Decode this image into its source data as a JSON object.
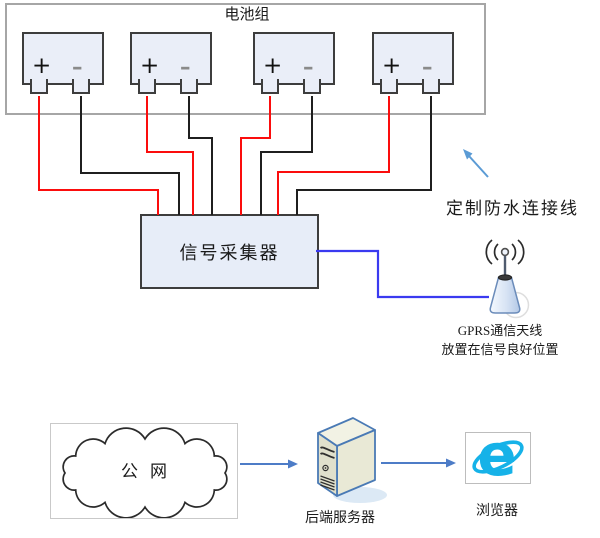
{
  "colors": {
    "wire_positive": "#fb0d0d",
    "wire_negative": "#1f1f1f",
    "wire_comm": "#3a3af0",
    "arrow_blue": "#4d7cc7",
    "arrow_light": "#5b9bd5",
    "battery_fill": "#eaeef8",
    "component_border": "#3d3d3d",
    "group_border": "#a6a6a6",
    "collector_fill": "#e7edf8",
    "ie_blue": "#16b2e8",
    "server_outline": "#4a7ab5"
  },
  "battery_group": {
    "label": "电池组",
    "batteries": [
      {
        "plus": "+",
        "minus": "–"
      },
      {
        "plus": "+",
        "minus": "–"
      },
      {
        "plus": "+",
        "minus": "–"
      },
      {
        "plus": "+",
        "minus": "–"
      }
    ]
  },
  "collector": {
    "label": "信号采集器"
  },
  "cable_note": {
    "label": "定制防水连接线"
  },
  "antenna": {
    "title": "GPRS通信天线",
    "note": "放置在信号良好位置"
  },
  "network": {
    "cloud_label": "公网"
  },
  "server": {
    "label": "后端服务器"
  },
  "browser": {
    "label": "浏览器"
  }
}
